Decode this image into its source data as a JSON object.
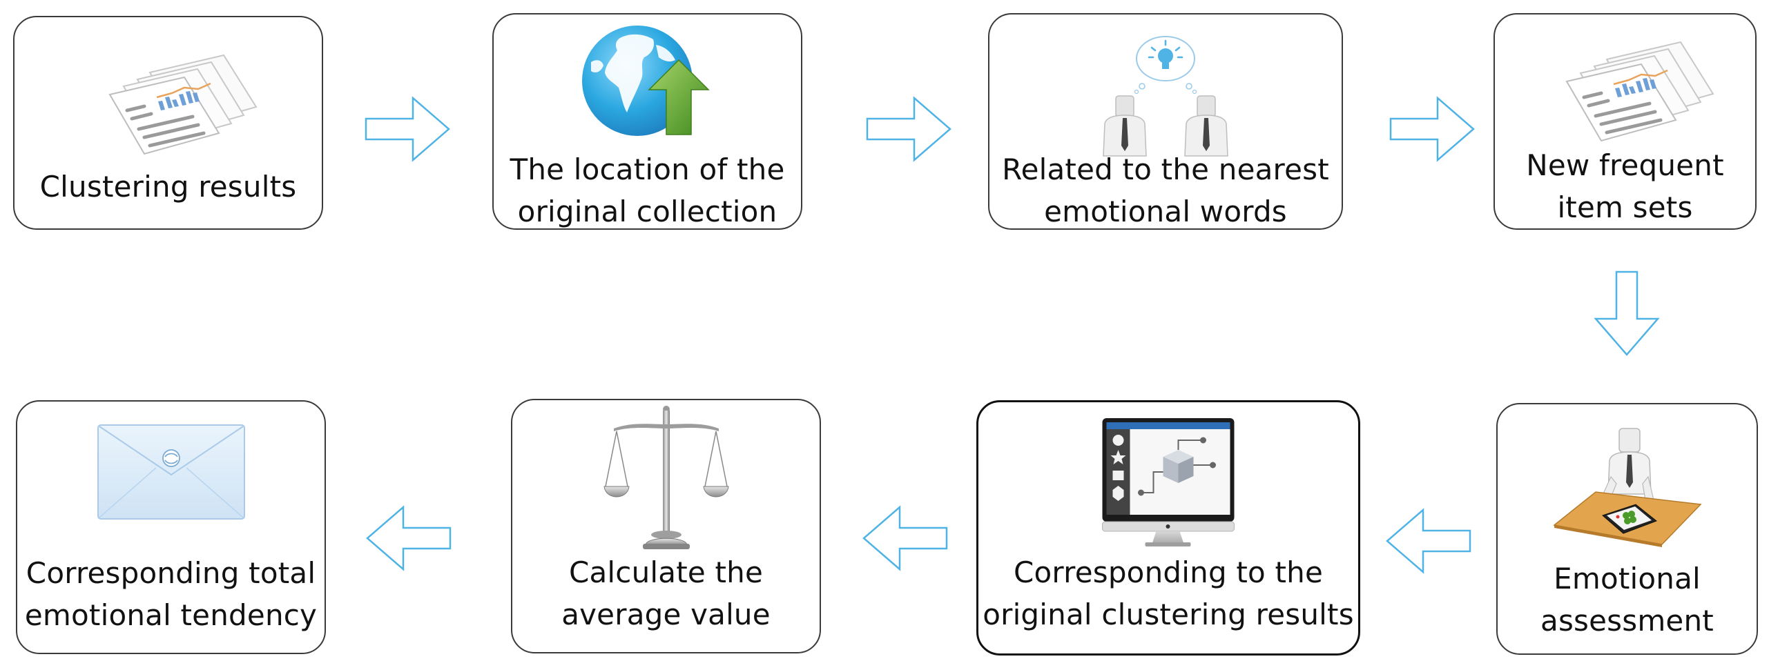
{
  "diagram": {
    "steps": [
      {
        "id": "clustering",
        "lines": [
          "Clustering results"
        ],
        "icon": "documents-chart-icon"
      },
      {
        "id": "location",
        "lines": [
          "The location of the",
          "original collection"
        ],
        "icon": "globe-upload-icon"
      },
      {
        "id": "related",
        "lines": [
          "Related to the nearest",
          "emotional words"
        ],
        "icon": "people-idea-icon"
      },
      {
        "id": "frequent",
        "lines": [
          "New frequent",
          "item sets"
        ],
        "icon": "documents-chart-icon"
      },
      {
        "id": "assessment",
        "lines": [
          "Emotional",
          "assessment"
        ],
        "icon": "person-at-desk-icon"
      },
      {
        "id": "corresponding-original",
        "lines": [
          "Corresponding to the",
          "original clustering results"
        ],
        "icon": "monitor-icon"
      },
      {
        "id": "average",
        "lines": [
          "Calculate the",
          "average value"
        ],
        "icon": "balance-scale-icon"
      },
      {
        "id": "total",
        "lines": [
          "Corresponding total",
          "emotional tendency"
        ],
        "icon": "envelope-icon"
      }
    ],
    "colors": {
      "arrow_stroke": "#4fb3e6",
      "box_border": "#3a3a3a",
      "globe": "#2aa7e0",
      "upload_arrow": "#5aa32a",
      "text": "#111111"
    }
  }
}
